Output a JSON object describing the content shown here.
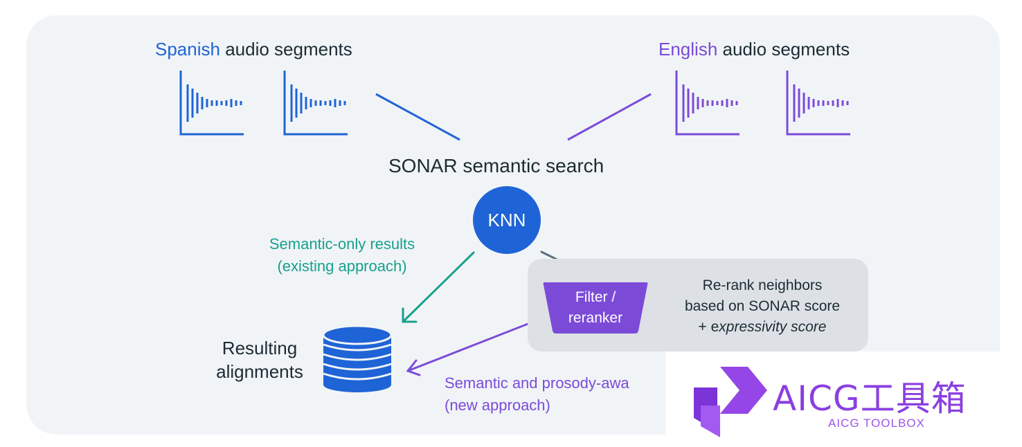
{
  "header": {
    "spanish_accent": "Spanish",
    "spanish_rest": " audio segments",
    "english_accent": "English",
    "english_rest": " audio segments"
  },
  "sonar": {
    "title": "SONAR semantic search",
    "knn": "KNN"
  },
  "semantic_only": {
    "line1": "Semantic-only results",
    "line2": "(existing approach)"
  },
  "filter": {
    "line1": "Filter /",
    "line2": "reranker"
  },
  "rerank": {
    "line1": "Re-rank neighbors",
    "line2": "based on SONAR score",
    "line3_prefix": "+ e",
    "line3_italic": "xpressivity score"
  },
  "results": {
    "line1": "Resulting",
    "line2": "alignments"
  },
  "prosody": {
    "line1": "Semantic and prosody-awa",
    "line2": "(new approach)"
  },
  "watermark": {
    "title": "AICG工具箱",
    "subtitle": "AICG TOOLBOX"
  },
  "colors": {
    "spanish": "#1f64d6",
    "english": "#7b4bd8",
    "knn": "#1f64d6",
    "teal": "#17a08c",
    "purple": "#7b4bd8",
    "grey_arrow": "#5d6d7e",
    "background_panel": "#f1f4f7",
    "watermark": "#8b3fe0"
  },
  "icons": [
    "audio-waveform-icon",
    "database-icon",
    "aicg-logo-icon"
  ]
}
